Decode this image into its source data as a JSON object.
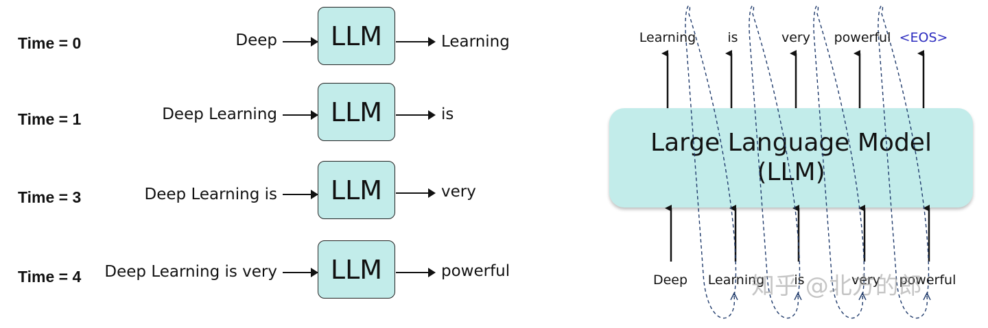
{
  "left_diagram": {
    "model_label": "LLM",
    "steps": [
      {
        "time": "Time = 0",
        "input": "Deep",
        "output": "Learning"
      },
      {
        "time": "Time = 1",
        "input": "Deep Learning",
        "output": "is"
      },
      {
        "time": "Time = 3",
        "input": "Deep Learning is",
        "output": "very"
      },
      {
        "time": "Time = 4",
        "input": "Deep Learning is very",
        "output": "powerful"
      }
    ]
  },
  "right_diagram": {
    "model_title_line1": "Large Language Model",
    "model_title_line2": "(LLM)",
    "output_tokens": [
      "Learning",
      "is",
      "very",
      "powerful",
      "<EOS>"
    ],
    "input_tokens": [
      "Deep",
      "Learning",
      "is",
      "very",
      "powerful"
    ],
    "colors": {
      "eos": "#2b2bbf",
      "box_fill": "#c2ecea",
      "loop_line": "#1f3a6b"
    }
  },
  "watermark": "知乎 @北方的郎"
}
